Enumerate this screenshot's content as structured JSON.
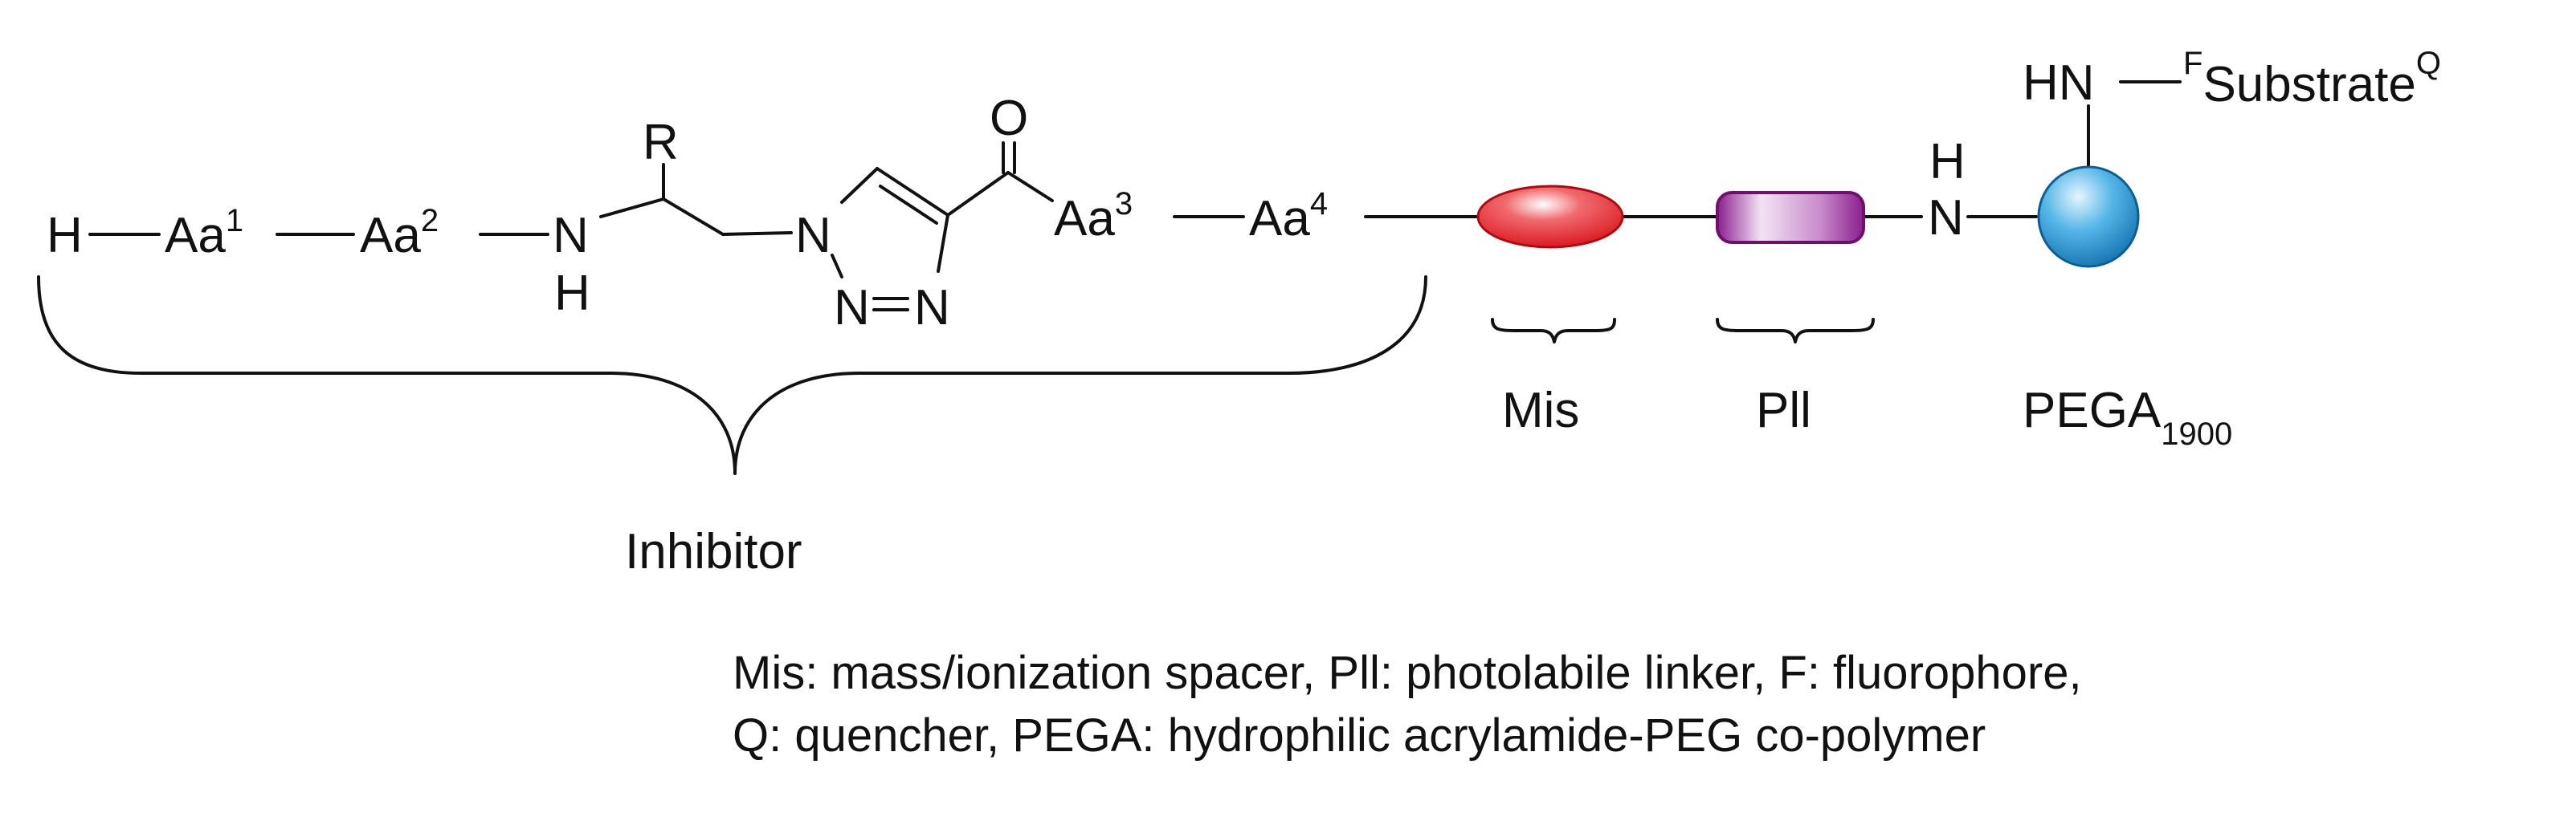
{
  "molecule": {
    "h": "H",
    "aa1": {
      "base": "Aa",
      "sup": "1"
    },
    "aa2": {
      "base": "Aa",
      "sup": "2"
    },
    "nh_n": "N",
    "nh_h": "H",
    "r_group": "R",
    "triazole_n1": "N",
    "triazole_n2": "N",
    "triazole_n3": "N",
    "carbonyl_o": "O",
    "aa3": {
      "base": "Aa",
      "sup": "3"
    },
    "aa4": {
      "base": "Aa",
      "sup": "4"
    },
    "amide_h": "H",
    "amide_n": "N",
    "substrate_nh": "HN",
    "substrate": {
      "pre_sup": "F",
      "base": "Substrate",
      "post_sup": "Q"
    }
  },
  "groups": {
    "inhibitor": "Inhibitor",
    "mis": "Mis",
    "pll": "Pll",
    "pega": {
      "base": "PEGA",
      "sub": "1900"
    }
  },
  "legend": {
    "line1": "Mis: mass/ionization spacer, Pll: photolabile linker, F: fluorophore,",
    "line2": "Q: quencher, PEGA: hydrophilic acrylamide-PEG co-polymer"
  },
  "colors": {
    "mis": "#e8141c",
    "pll": "#8a1f8e",
    "pega": "#1f8fd0"
  }
}
